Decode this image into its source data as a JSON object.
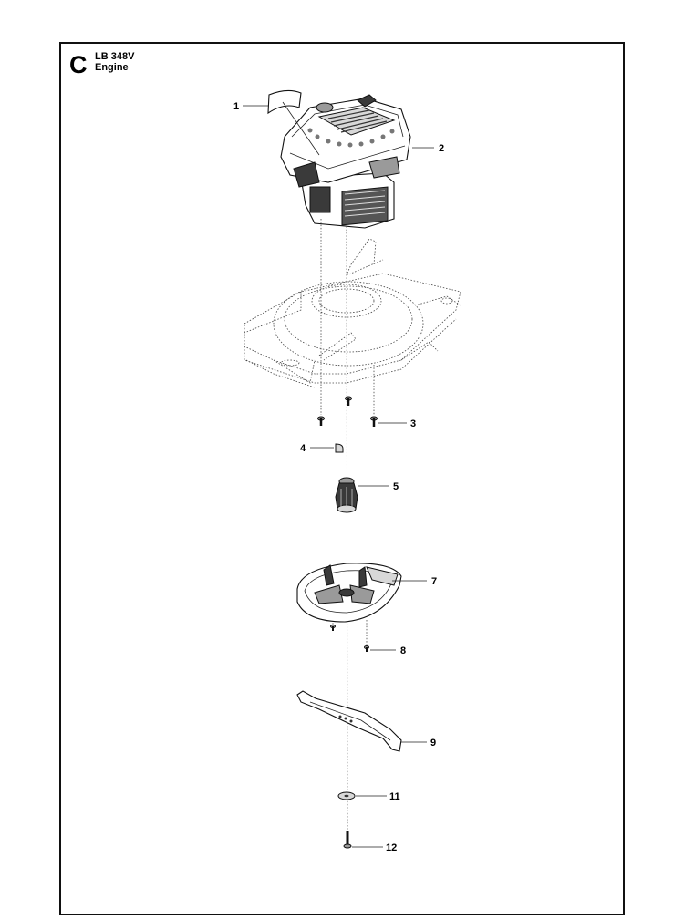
{
  "section": {
    "letter": "C",
    "model": "LB 348V",
    "title": "Engine"
  },
  "callouts": [
    "1",
    "2",
    "3",
    "4",
    "5",
    "7",
    "8",
    "9",
    "11",
    "12"
  ]
}
